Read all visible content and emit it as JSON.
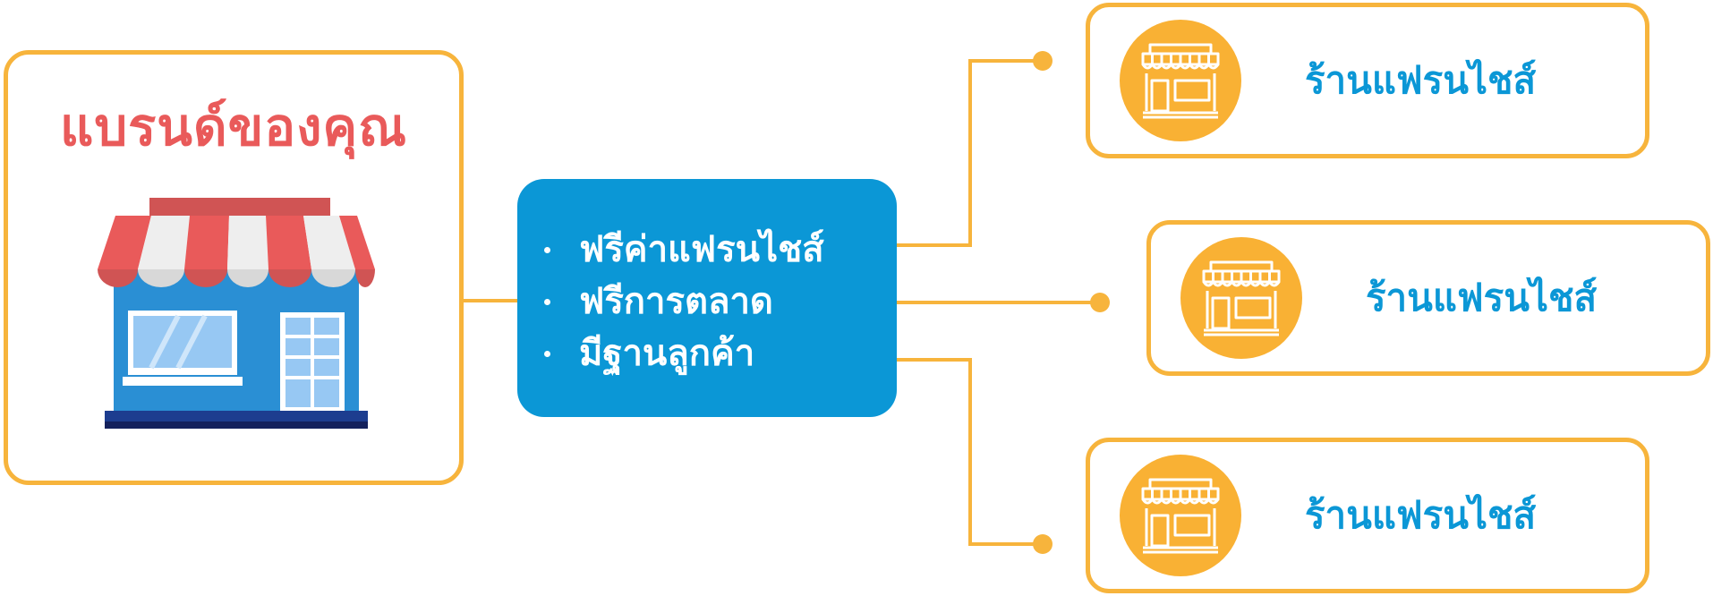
{
  "brand": {
    "title": "แบรนด์ของคุณ",
    "icon": "store-front-icon"
  },
  "benefits": {
    "items": [
      "ฟรีค่าแฟรนไชส์",
      "ฟรีการตลาด",
      "มีฐานลูกค้า"
    ]
  },
  "franchise_stores": [
    {
      "label": "ร้านแฟรนไชส์",
      "icon": "store-outline-icon"
    },
    {
      "label": "ร้านแฟรนไชส์",
      "icon": "store-outline-icon"
    },
    {
      "label": "ร้านแฟรนไชส์",
      "icon": "store-outline-icon"
    }
  ],
  "colors": {
    "accent_orange": "#f7b43c",
    "brand_red": "#e95a5a",
    "primary_blue": "#0b97d6",
    "store_blue": "#2a8fd4"
  }
}
